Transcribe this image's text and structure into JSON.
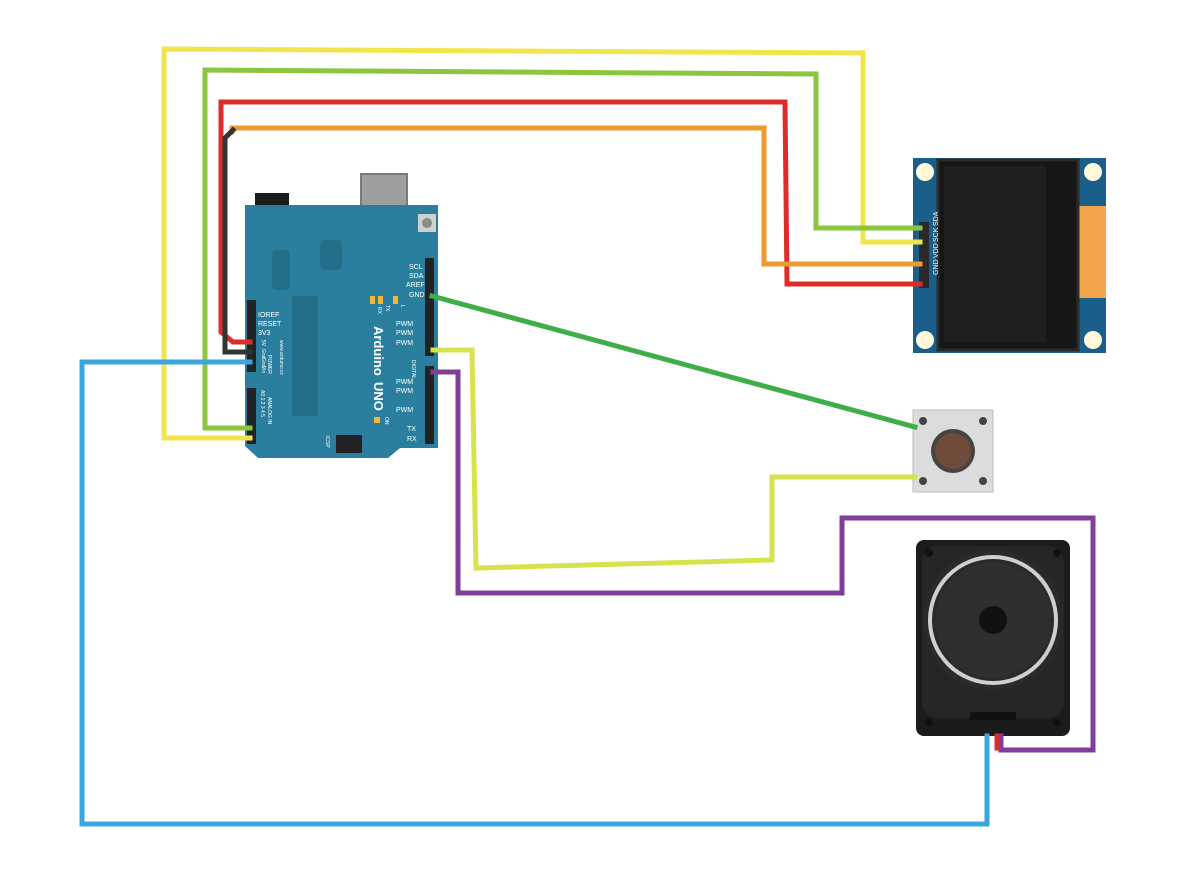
{
  "colors": {
    "wire_yellow": "#f2e54b",
    "wire_green_light": "#8cc63f",
    "wire_red": "#e02b2b",
    "wire_orange": "#ee9a30",
    "wire_black": "#333333",
    "wire_green": "#3fae49",
    "wire_lime": "#d7e34d",
    "wire_purple": "#7f3f98",
    "wire_blue": "#3aa6dd",
    "board_teal": "#2a7f9e",
    "oled_blue": "#1a5f8a",
    "button_body": "#dcdcdc",
    "button_cap": "#6e4b3a",
    "speaker_body": "#1b1b1b"
  },
  "arduino": {
    "model_line1": "Arduino",
    "model_line2": "UNO",
    "url": "www.arduino.cc",
    "power_header": "POWER",
    "analog_header": "ANALOG IN",
    "analog_pins": "A0 1 2 3 4 5",
    "digital_header": "DIGITAL",
    "icsp": "ICSP",
    "on_label": "ON",
    "led_l": "L",
    "led_tx": "TX",
    "led_rx": "RX",
    "left_pins": [
      "IOREF",
      "RESET",
      "3V3",
      "5V",
      "Gnd",
      "Gnd",
      "Vin"
    ],
    "top_right_pins": [
      "SCL",
      "SDA",
      "AREF",
      "GND"
    ],
    "pwm_labels": [
      "PWM",
      "PWM",
      "PWM",
      "PWM",
      "PWM",
      "PWM"
    ],
    "txrx": [
      "TX",
      "RX"
    ]
  },
  "oled": {
    "pins": [
      "GND",
      "VDD",
      "SCK",
      "SDA"
    ]
  }
}
